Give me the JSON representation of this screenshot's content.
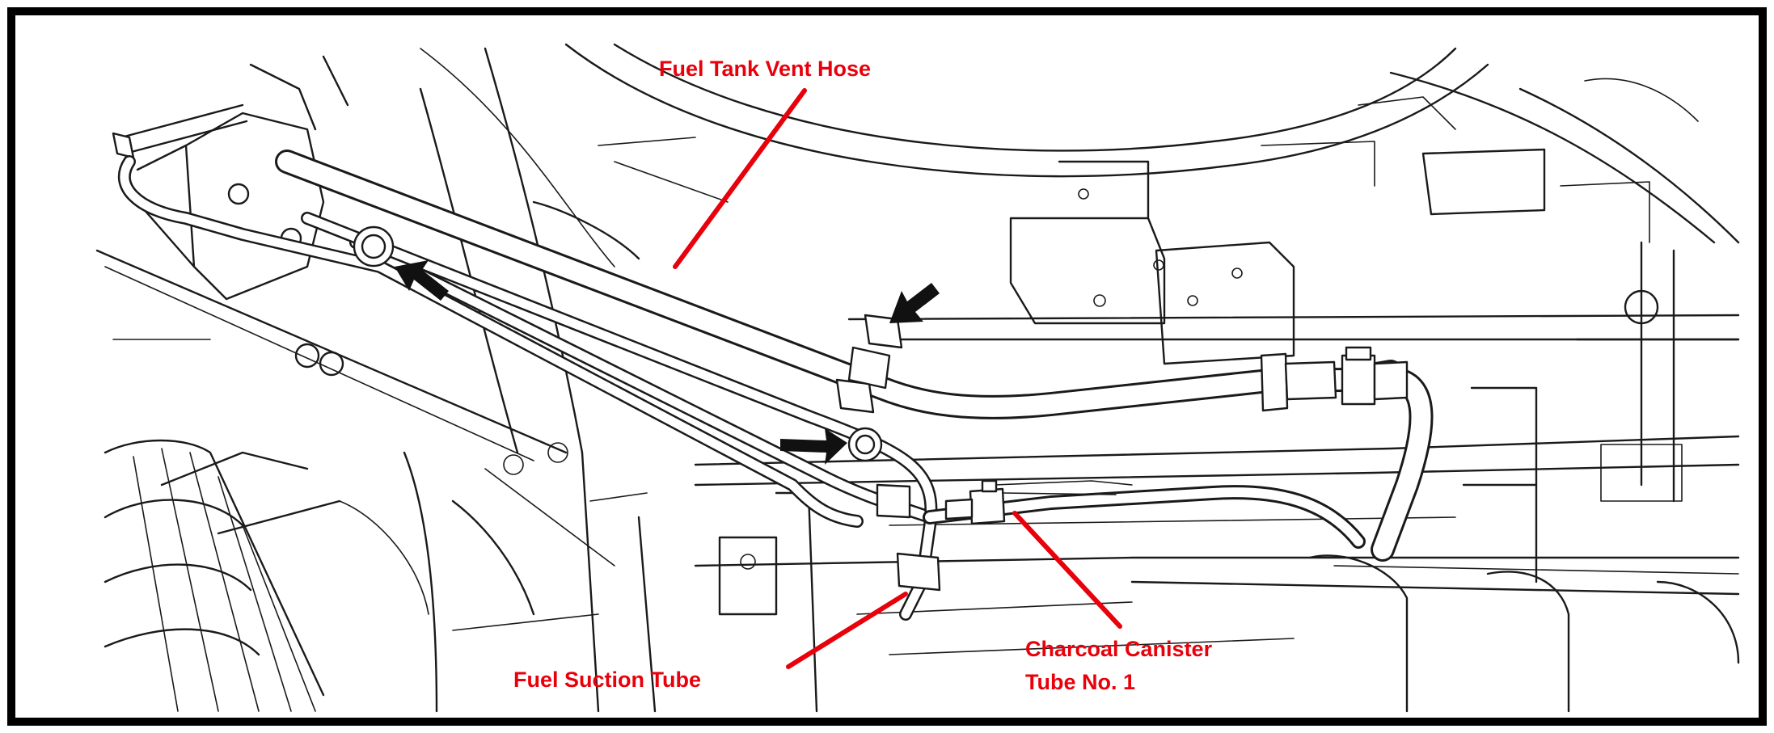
{
  "figure": {
    "frame_color": "#000000",
    "callout_color": "#e8000b",
    "arrow_color": "#111111",
    "labels": {
      "fuel_tank_vent_hose": "Fuel Tank Vent Hose",
      "fuel_suction_tube": "Fuel Suction Tube",
      "charcoal_canister_line1": "Charcoal Canister",
      "charcoal_canister_line2": "Tube No. 1"
    }
  }
}
